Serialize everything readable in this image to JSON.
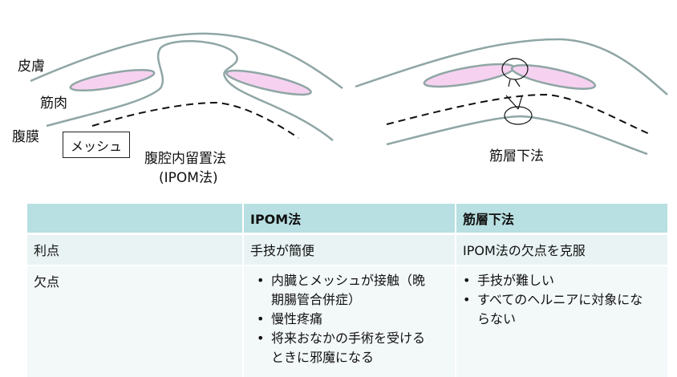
{
  "labels": {
    "skin": "皮膚",
    "muscle": "筋肉",
    "peritoneum": "腹膜",
    "mesh": "メッシュ",
    "ipom_name": "腹腔内留置法",
    "ipom_abbr": "(IPOM法)",
    "sublay_name": "筋層下法"
  },
  "table": {
    "headers": [
      "",
      "IPOM法",
      "筋層下法"
    ],
    "rows": [
      {
        "label": "利点",
        "ipom": [
          "手技が簡便"
        ],
        "sublay": [
          "IPOM法の欠点を克服"
        ]
      },
      {
        "label": "欠点",
        "ipom": [
          "内臓とメッシュが接触（晩期腸管合併症）",
          "慢性疼痛",
          "将来おなかの手術を受けるときに邪魔になる"
        ],
        "sublay": [
          "手技が難しい",
          "すべてのヘルニアに対象にならない"
        ]
      }
    ]
  },
  "colors": {
    "tissue_line": "#8fa6a5",
    "muscle_fill": "#f6d2f0",
    "header_bg": "#b8dfe1"
  }
}
